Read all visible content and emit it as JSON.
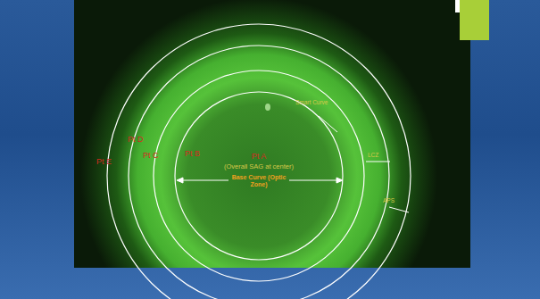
{
  "diagram": {
    "labels": [
      "Smart Curve",
      "Pt D",
      "Pt E",
      "Pt C",
      "Pt B",
      "Pt A",
      "(Overall SAG at center)",
      "LCZ",
      "Base Curve (Optic Zone)",
      "APS"
    ]
  }
}
